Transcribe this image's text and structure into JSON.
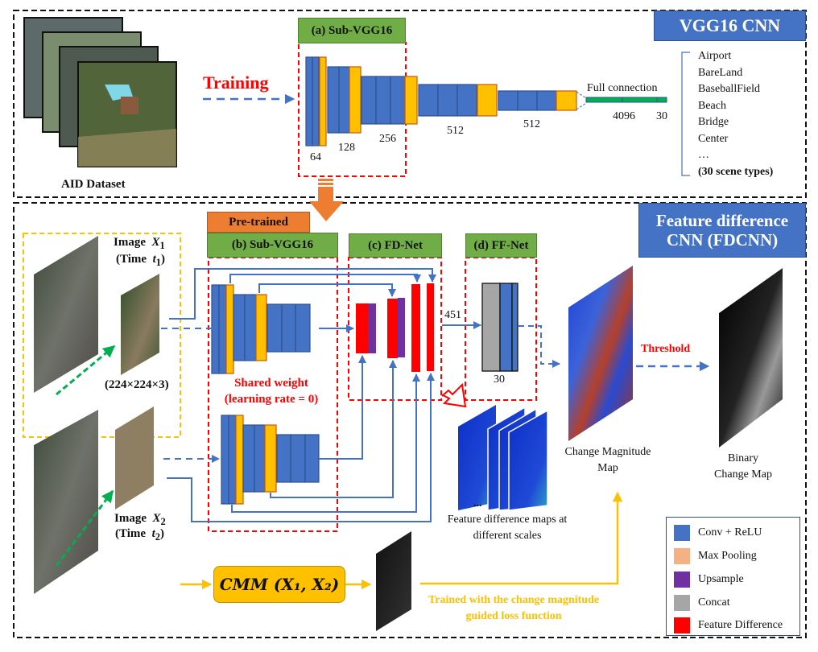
{
  "top_panel": {
    "title": "VGG16 CNN",
    "dataset_label": "AID Dataset",
    "training_label": "Training",
    "subvgg_header": "(a) Sub-VGG16",
    "block_channels": [
      "64",
      "128",
      "256",
      "512",
      "512"
    ],
    "full_connection_label": "Full connection",
    "fc_units": [
      "4096",
      "30"
    ],
    "scene_classes": [
      "Airport",
      "BareLand",
      "BaseballField",
      "Beach",
      "Bridge",
      "Center",
      "…"
    ],
    "scene_types_note": "(30 scene types)"
  },
  "bottom_panel": {
    "title_line1": "Feature difference",
    "title_line2": "CNN  (FDCNN)",
    "pretrained_label": "Pre-trained",
    "subvgg_header": "(b) Sub-VGG16",
    "fdnet_header": "(c) FD-Net",
    "ffnet_header": "(d) FF-Net",
    "image1_label": "Image",
    "image1_var": "X",
    "image1_sub": "1",
    "image1_time": "(Time",
    "image1_time_var": "t",
    "image1_time_sub": "1",
    "image2_label": "Image",
    "image2_var": "X",
    "image2_sub": "2",
    "image2_time": "(Time",
    "image2_time_var": "t",
    "image2_time_sub": "2",
    "input_size": "(224×224×3)",
    "shared_weight_line1": "Shared weight",
    "shared_weight_line2": "(learning rate = 0)",
    "fd_channels": "451",
    "ff_output": "30",
    "threshold_label": "Threshold",
    "change_magnitude_line1": "Change Magnitude",
    "change_magnitude_line2": "Map",
    "binary_line1": "Binary",
    "binary_line2": "Change Map",
    "fd_maps_line1": "Feature difference maps at",
    "fd_maps_line2": "different scales",
    "fd_maps_ellipsis": "...",
    "cmm_label": "CMM (X₁, X₂)",
    "loss_line1": "Trained with  the change magnitude",
    "loss_line2": "guided  loss function"
  },
  "legend": {
    "items": [
      {
        "label": "Conv + ReLU",
        "color": "#4472c4"
      },
      {
        "label": "Max Pooling",
        "color": "#f4b183"
      },
      {
        "label": "Upsample",
        "color": "#7030a0"
      },
      {
        "label": "Concat",
        "color": "#a6a6a6"
      },
      {
        "label": "Feature Difference",
        "color": "#ff0000"
      }
    ]
  },
  "colors": {
    "conv": "#4472c4",
    "pool": "#ffc000",
    "pool_border": "#c55a11",
    "upsample": "#7030a0",
    "concat": "#a6a6a6",
    "feature_difference": "#ff0000",
    "header_green": "#70ad47",
    "header_blue": "#4472c4",
    "header_orange": "#ed7d31",
    "arrow_blue": "#4472c4",
    "cmm_gold": "#ffc000",
    "dashed_red": "#ff0000",
    "dataset_arrow_green": "#00b050"
  }
}
